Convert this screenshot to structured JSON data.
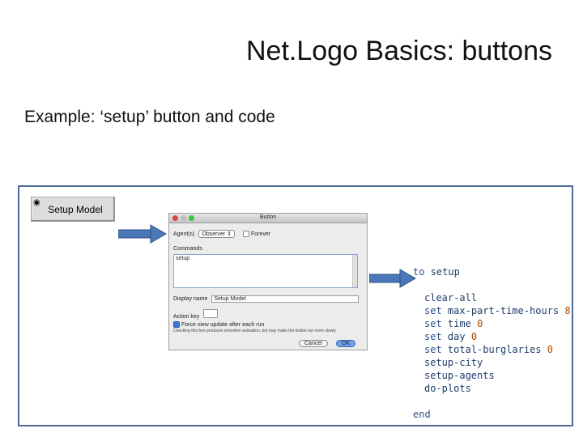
{
  "slide": {
    "title": "Net.Logo Basics: buttons",
    "subtitle": "Example: ‘setup’ button and code"
  },
  "button_widget": {
    "label": "Setup Model",
    "icon": "observer-command-icon"
  },
  "dialog": {
    "title": "Button",
    "agent_label": "Agent(s)",
    "agent_value": "Observer",
    "forever_label": "Forever",
    "commands_label": "Commands",
    "commands_text": "setup",
    "display_name_label": "Display name",
    "display_name_value": "Setup Model",
    "action_key_label": "Action key",
    "force_update_label": "Force view update after each run",
    "help_text": "Checking this box produces smoother animation, but may make the button run more slowly",
    "cancel_label": "Cancel",
    "ok_label": "OK"
  },
  "code": {
    "to_keyword": "to",
    "proc_name": "setup",
    "lines": [
      {
        "kw": "",
        "text": "clear-all",
        "num": ""
      },
      {
        "kw": "set",
        "text": "max-part-time-hours",
        "num": "8"
      },
      {
        "kw": "set",
        "text": "time",
        "num": "0"
      },
      {
        "kw": "set",
        "text": "day",
        "num": "0"
      },
      {
        "kw": "set",
        "text": "total-burglaries",
        "num": "0"
      },
      {
        "kw": "",
        "text": "setup-city",
        "num": ""
      },
      {
        "kw": "",
        "text": "setup-agents",
        "num": ""
      },
      {
        "kw": "",
        "text": "do-plots",
        "num": ""
      }
    ],
    "end_keyword": "end"
  },
  "colors": {
    "frame_border": "#4a6a9a",
    "arrow": "#4a78b8",
    "code_text": "#1e3d6b",
    "code_number": "#b04b00"
  }
}
